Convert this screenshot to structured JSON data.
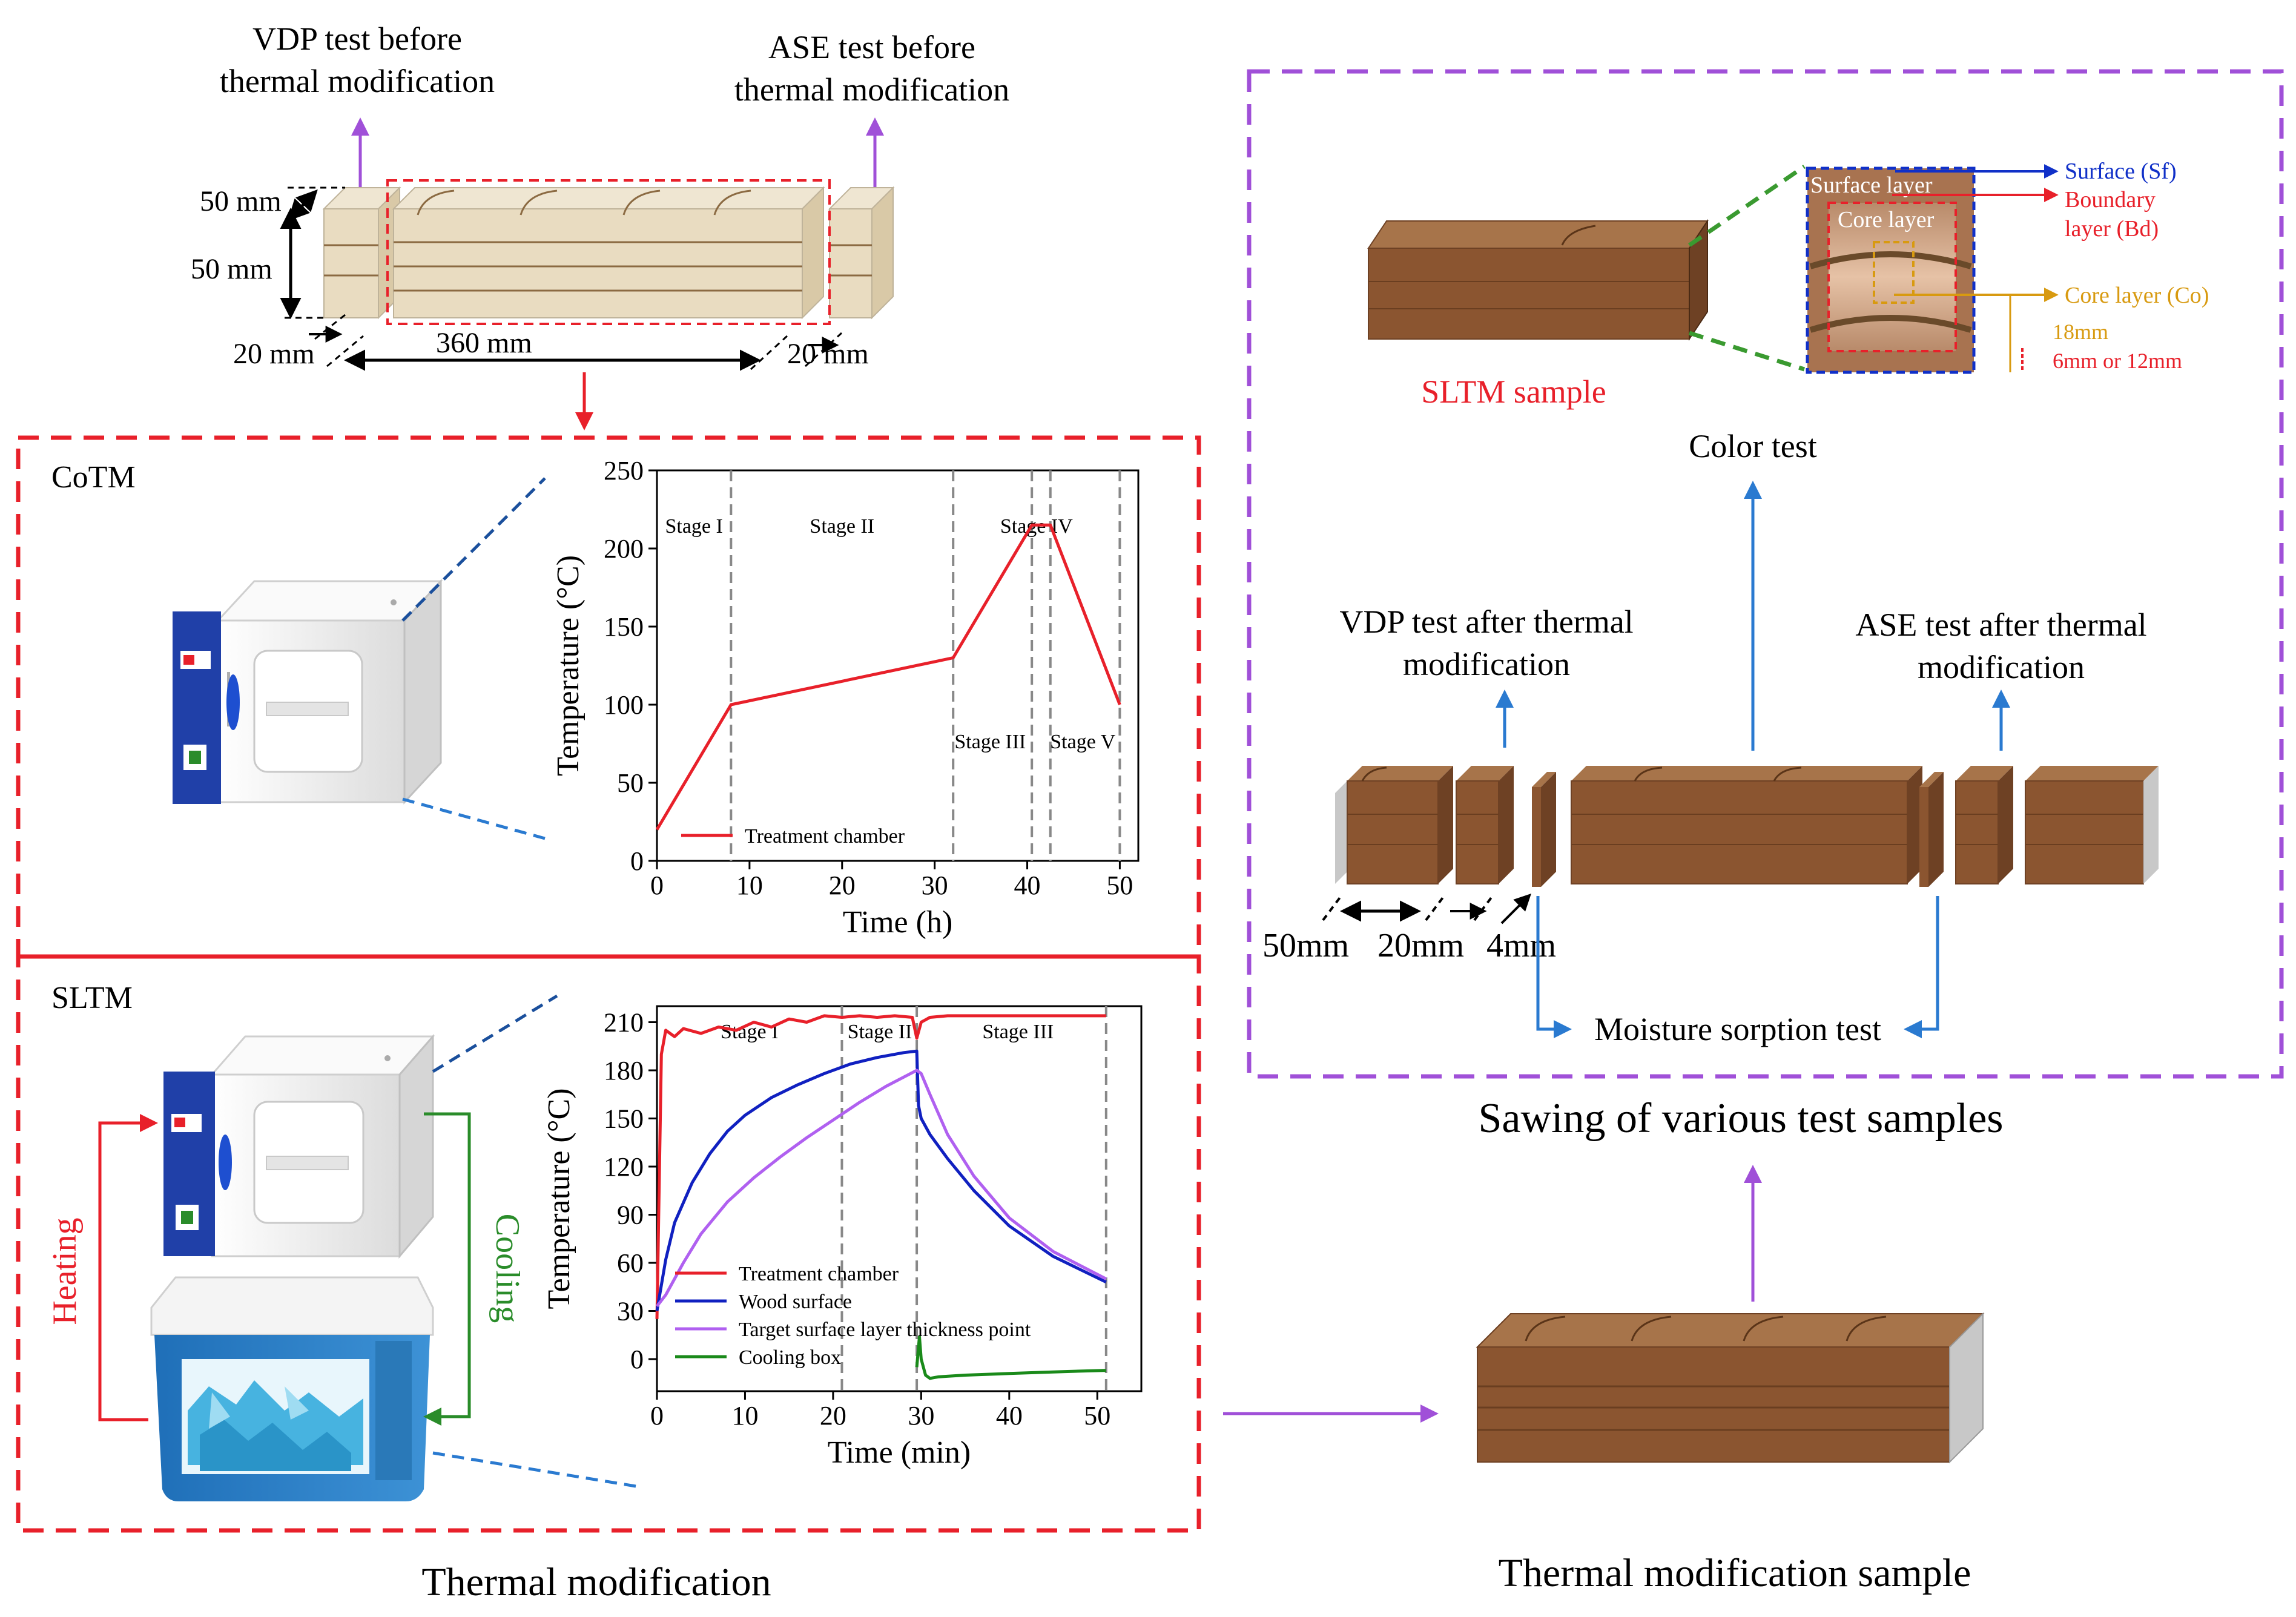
{
  "colors": {
    "red": "#e8202a",
    "purple": "#a050d8",
    "blue": "#2a7ad0",
    "navy": "#1030c8",
    "green": "#2a8c2a",
    "gold": "#d89a10",
    "wood": "#8b5530",
    "woodTop": "#a7744a",
    "woodSide": "#6e4124",
    "beige": "#e9dcc1",
    "oven": "#f2f2f2",
    "panel": "#2040a8",
    "cooler": "#2d7fc0"
  },
  "texts": {
    "vdp_before": [
      "VDP test before",
      "thermal modification"
    ],
    "ase_before": [
      "ASE test before",
      "thermal modification"
    ],
    "dim_50_top": "50 mm",
    "dim_50_left": "50 mm",
    "dim_20_left": "20 mm",
    "dim_360": "360 mm",
    "dim_20_right": "20 mm",
    "cotm_label": "CoTM",
    "sltm_label": "SLTM",
    "heating": "Heating",
    "cooling": "Cooling",
    "thermal_mod_caption": "Thermal modification",
    "thermal_sample_caption": "Thermal modification  sample",
    "sawing_caption": "Sawing of various test samples",
    "sltm_sample": "SLTM sample",
    "color_test": "Color test",
    "surface_layer": "Surface layer",
    "core_layer": "Core layer",
    "surface_sf": "Surface (Sf)",
    "boundary_bd": [
      "Boundary",
      "layer (Bd)"
    ],
    "core_co": "Core layer (Co)",
    "d18": "18mm",
    "d6_12": "6mm or 12mm",
    "vdp_after": [
      "VDP test after thermal",
      "modification"
    ],
    "ase_after": [
      "ASE test after thermal",
      "modification"
    ],
    "d50": "50mm",
    "d20": "20mm",
    "d4": "4mm",
    "moisture": "Moisture sorption test"
  },
  "chart_data": [
    {
      "type": "line",
      "xlabel": "Time (h)",
      "ylabel": "Temperature (°C)",
      "xlim": [
        0,
        52
      ],
      "ylim": [
        0,
        250
      ],
      "xticks": [
        0,
        10,
        20,
        30,
        40,
        50
      ],
      "yticks": [
        0,
        50,
        100,
        150,
        200,
        250
      ],
      "stage_lines": [
        8,
        32,
        40.5,
        42.5,
        50
      ],
      "stage_labels": [
        "Stage I",
        "Stage II",
        "Stage IV",
        "Stage III",
        "Stage V"
      ],
      "series": [
        {
          "name": "Treatment chamber",
          "color": "#e8202a",
          "x": [
            0,
            8,
            32,
            40.5,
            42.5,
            50
          ],
          "y": [
            20,
            100,
            130,
            215,
            215,
            100
          ]
        }
      ],
      "legend": "bottom-left"
    },
    {
      "type": "line",
      "xlabel": "Time (min)",
      "ylabel": "Temperature (°C)",
      "xlim": [
        0,
        55
      ],
      "ylim": [
        -20,
        220
      ],
      "xticks": [
        0,
        10,
        20,
        30,
        40,
        50
      ],
      "yticks": [
        0,
        30,
        60,
        90,
        120,
        150,
        180,
        210
      ],
      "stage_lines": [
        21,
        29.5,
        51
      ],
      "stage_labels": [
        "Stage I",
        "Stage II",
        "Stage III"
      ],
      "series": [
        {
          "name": "Treatment chamber",
          "color": "#e8202a",
          "x": [
            0,
            0.5,
            1,
            2,
            3,
            5,
            7,
            9,
            11,
            13,
            15,
            17,
            19,
            21,
            23,
            25,
            27,
            29,
            29.5,
            30,
            31,
            33,
            36,
            40,
            45,
            51
          ],
          "y": [
            25,
            190,
            205,
            201,
            206,
            203,
            207,
            205,
            210,
            207,
            212,
            210,
            214,
            213,
            214,
            213,
            214,
            213,
            200,
            210,
            213,
            214,
            214,
            214,
            214,
            214
          ]
        },
        {
          "name": "Wood surface",
          "color": "#1020c0",
          "x": [
            0,
            1,
            2,
            4,
            6,
            8,
            10,
            13,
            16,
            19,
            22,
            25,
            28,
            29.5,
            29.7,
            30,
            31,
            33,
            36,
            40,
            45,
            51
          ],
          "y": [
            30,
            62,
            85,
            110,
            128,
            142,
            152,
            163,
            171,
            178,
            184,
            188,
            191,
            192,
            158,
            150,
            140,
            125,
            105,
            83,
            64,
            48
          ]
        },
        {
          "name": "Target surface layer thickness point",
          "color": "#b060f0",
          "x": [
            0,
            1,
            3,
            5,
            8,
            11,
            14,
            17,
            20,
            23,
            26,
            29.5,
            30,
            31,
            33,
            36,
            40,
            45,
            51
          ],
          "y": [
            33,
            40,
            60,
            78,
            98,
            113,
            126,
            138,
            149,
            160,
            170,
            180,
            178,
            165,
            140,
            114,
            88,
            67,
            50
          ]
        },
        {
          "name": "Cooling box",
          "color": "#1a8a1a",
          "x": [
            29.5,
            29.8,
            30,
            30.5,
            31,
            32,
            35,
            40,
            45,
            51
          ],
          "y": [
            -5,
            14,
            0,
            -10,
            -12,
            -11,
            -10,
            -9,
            -8,
            -7
          ]
        }
      ],
      "legend": "bottom-left"
    }
  ]
}
